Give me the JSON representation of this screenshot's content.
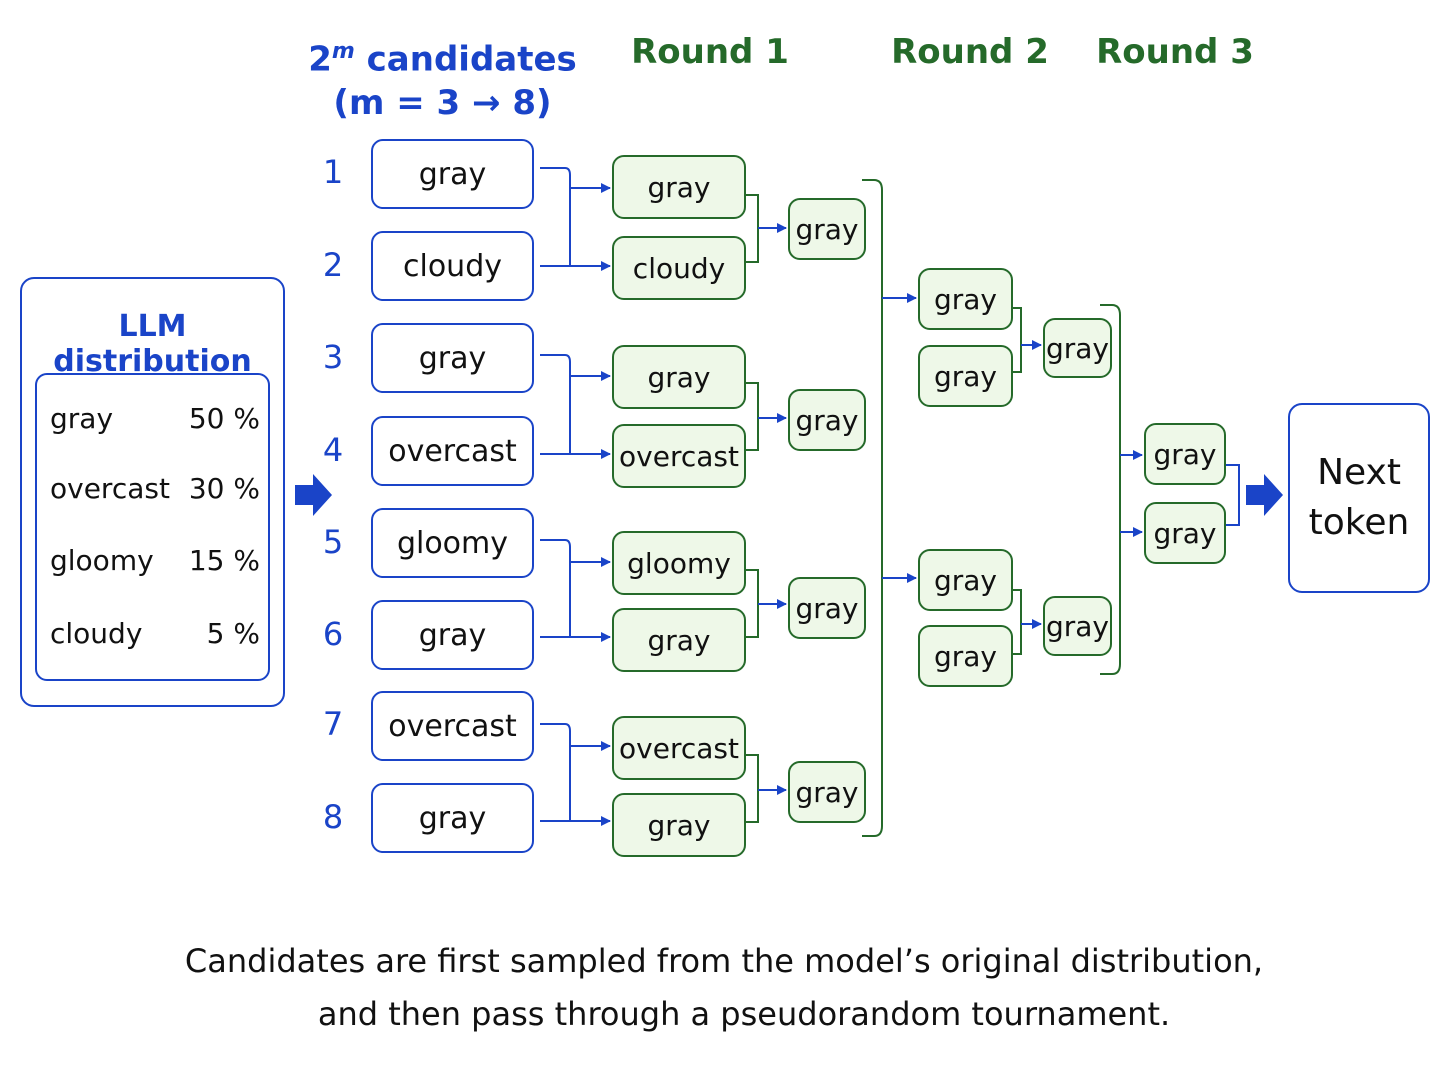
{
  "header": {
    "candidates_line1": "2",
    "candidates_sup": "m",
    "candidates_line1_rest": " candidates",
    "candidates_line2": "(m = 3 → 8)",
    "round1": "Round 1",
    "round2": "Round 2",
    "round3": "Round 3"
  },
  "distribution": {
    "title": "LLM distribution",
    "rows": [
      {
        "token": "gray",
        "prob": "50 %"
      },
      {
        "token": "overcast",
        "prob": "30 %"
      },
      {
        "token": "gloomy",
        "prob": "15 %"
      },
      {
        "token": "cloudy",
        "prob": "5 %"
      }
    ]
  },
  "candidates": [
    {
      "num": "1",
      "token": "gray"
    },
    {
      "num": "2",
      "token": "cloudy"
    },
    {
      "num": "3",
      "token": "gray"
    },
    {
      "num": "4",
      "token": "overcast"
    },
    {
      "num": "5",
      "token": "gloomy"
    },
    {
      "num": "6",
      "token": "gray"
    },
    {
      "num": "7",
      "token": "overcast"
    },
    {
      "num": "8",
      "token": "gray"
    }
  ],
  "round1": {
    "inputs": [
      "gray",
      "cloudy",
      "gray",
      "overcast",
      "gloomy",
      "gray",
      "overcast",
      "gray"
    ],
    "winners": [
      "gray",
      "gray",
      "gray",
      "gray"
    ]
  },
  "round2": {
    "inputs": [
      "gray",
      "gray",
      "gray",
      "gray"
    ],
    "winners": [
      "gray",
      "gray"
    ]
  },
  "round3": {
    "inputs": [
      "gray",
      "gray"
    ]
  },
  "output": {
    "line1": "Next",
    "line2": "token"
  },
  "caption": {
    "line1": "Candidates are first sampled from the model’s original distribution,",
    "line2": "and then pass through a pseudorandom tournament."
  },
  "colors": {
    "blue": "#1a44c8",
    "green": "#256a2a",
    "green_fill": "#eef8e8"
  }
}
